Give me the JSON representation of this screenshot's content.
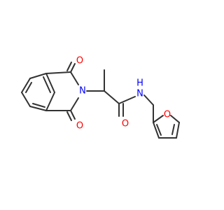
{
  "molecule": {
    "atom_labels": [
      {
        "id": "O1",
        "text": "O",
        "element": "oxygen"
      },
      {
        "id": "O2",
        "text": "O",
        "element": "oxygen"
      },
      {
        "id": "N1",
        "text": "N",
        "element": "nitrogen"
      },
      {
        "id": "O3",
        "text": "O",
        "element": "oxygen"
      },
      {
        "id": "NH",
        "text": "N",
        "element": "nitrogen"
      },
      {
        "id": "H1",
        "text": "H",
        "element": "hydrogen"
      },
      {
        "id": "O4",
        "text": "O",
        "element": "oxygen"
      }
    ]
  },
  "colors": {
    "bond": "#333333",
    "oxygen": "#ff0000",
    "nitrogen": "#0000ff",
    "hydrogen": "#0000ff"
  }
}
